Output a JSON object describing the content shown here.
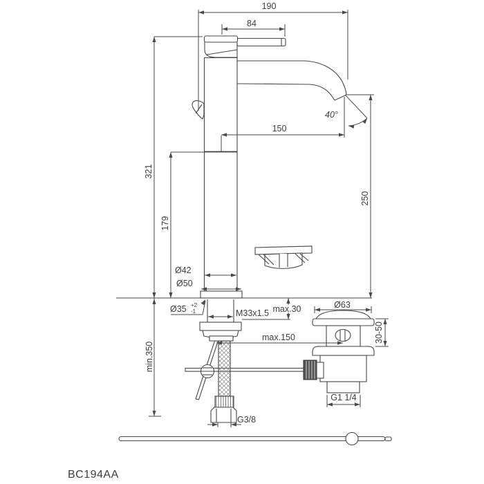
{
  "drawing": {
    "product_code": "BC194AA",
    "dimensions": {
      "overall_width": "190",
      "handle_length": "84",
      "spout_reach": "150",
      "spout_angle": "40°",
      "overall_height": "321",
      "spout_height": "179",
      "outlet_clearance": "250",
      "body_diameter": "Ø42",
      "base_diameter": "Ø50",
      "hole_diameter": "Ø35",
      "hole_tol_upper": "+2",
      "hole_tol_lower": "-1",
      "mounting_thread": "M33x1.5",
      "max_deck_thickness": "max.30",
      "min_hose_clearance": "min.350",
      "max_rod_length": "max.150",
      "supply_connection": "G3/8",
      "waste_flange_diameter": "Ø63",
      "basin_thickness_range": "30-50",
      "waste_thread": "G1 1/4"
    }
  }
}
